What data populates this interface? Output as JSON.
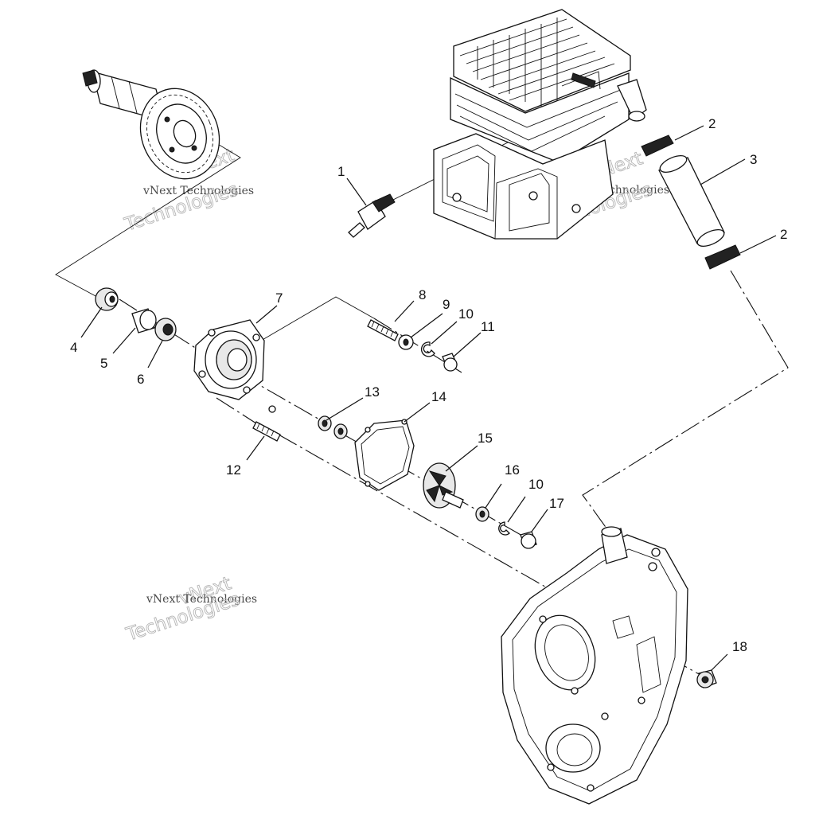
{
  "watermark": {
    "line1": "vNext",
    "line2": "vNext Technologies",
    "line3": "Technologies"
  },
  "labels": {
    "p1": "1",
    "p2a": "2",
    "p2b": "2",
    "p3": "3",
    "p4": "4",
    "p5": "5",
    "p6": "6",
    "p7": "7",
    "p8": "8",
    "p9": "9",
    "p10a": "10",
    "p10b": "10",
    "p11": "11",
    "p12": "12",
    "p13": "13",
    "p14": "14",
    "p15": "15",
    "p16": "16",
    "p17": "17",
    "p18": "18"
  }
}
